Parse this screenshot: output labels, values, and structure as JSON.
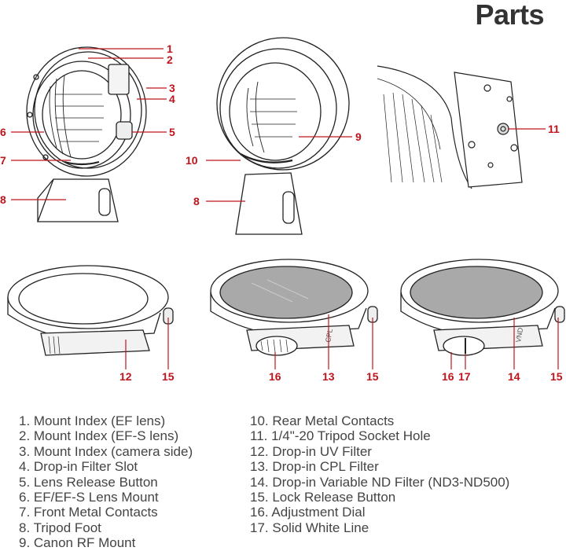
{
  "title": "Parts",
  "colors": {
    "callout": "#c0141c",
    "line": "#222222",
    "filter_glass": "#a9a9a9",
    "legend_text": "#444444"
  },
  "callouts": {
    "top_left": [
      "1",
      "2",
      "3",
      "4",
      "5",
      "6",
      "7",
      "8"
    ],
    "top_middle": [
      "9",
      "10",
      "8"
    ],
    "top_right": [
      "11"
    ],
    "bottom_left": [
      "12",
      "15"
    ],
    "bottom_middle": [
      "16",
      "13",
      "15"
    ],
    "bottom_right": [
      "16",
      "17",
      "14",
      "15"
    ]
  },
  "filter_markings": {
    "cpl": "CPL",
    "vnd": "VND"
  },
  "legend_left": [
    "1. Mount Index (EF lens)",
    "2. Mount Index (EF-S lens)",
    "3. Mount Index (camera side)",
    "4. Drop-in Filter Slot",
    "5. Lens Release Button",
    "6. EF/EF-S Lens Mount",
    "7. Front Metal Contacts",
    "8. Tripod Foot",
    "9. Canon RF Mount"
  ],
  "legend_right": [
    "10. Rear Metal Contacts",
    "11. 1/4\"-20 Tripod Socket Hole",
    "12. Drop-in UV Filter",
    "13. Drop-in CPL Filter",
    "14. Drop-in Variable ND Filter (ND3-ND500)",
    "15. Lock Release Button",
    "16. Adjustment Dial",
    "17. Solid White Line"
  ]
}
